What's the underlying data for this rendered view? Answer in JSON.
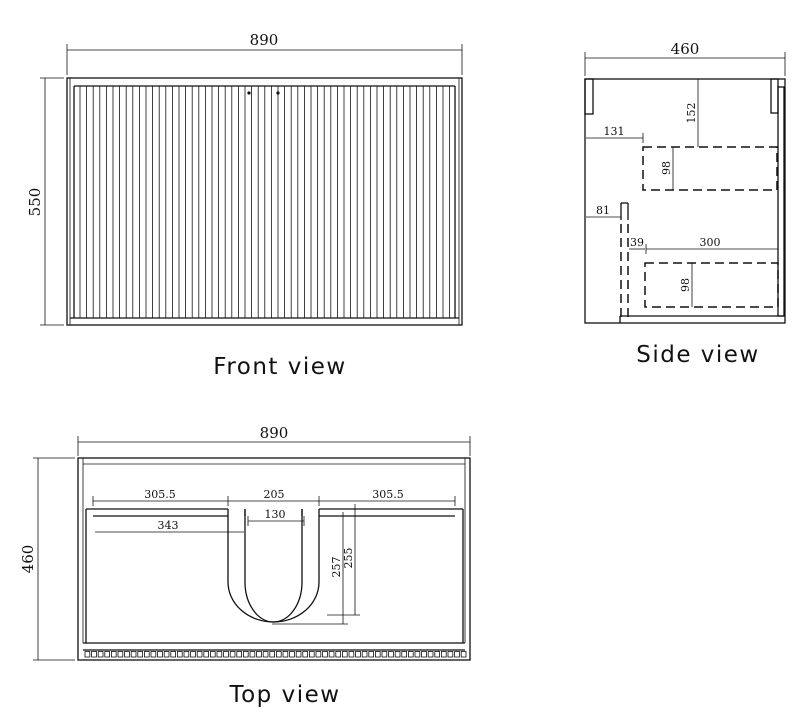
{
  "front_view": {
    "caption": "Front view",
    "width": "890",
    "height": "550"
  },
  "side_view": {
    "caption": "Side view",
    "depth": "460",
    "d152": "152",
    "d131": "131",
    "d98_upper": "98",
    "d81": "81",
    "d39": "39",
    "d300": "300",
    "d98_lower": "98"
  },
  "top_view": {
    "caption": "Top view",
    "width": "890",
    "depth": "460",
    "left_offset": "305.5",
    "basin_width": "205",
    "right_offset": "305.5",
    "inner_width": "130",
    "d343": "343",
    "d257": "257",
    "d255": "255"
  }
}
